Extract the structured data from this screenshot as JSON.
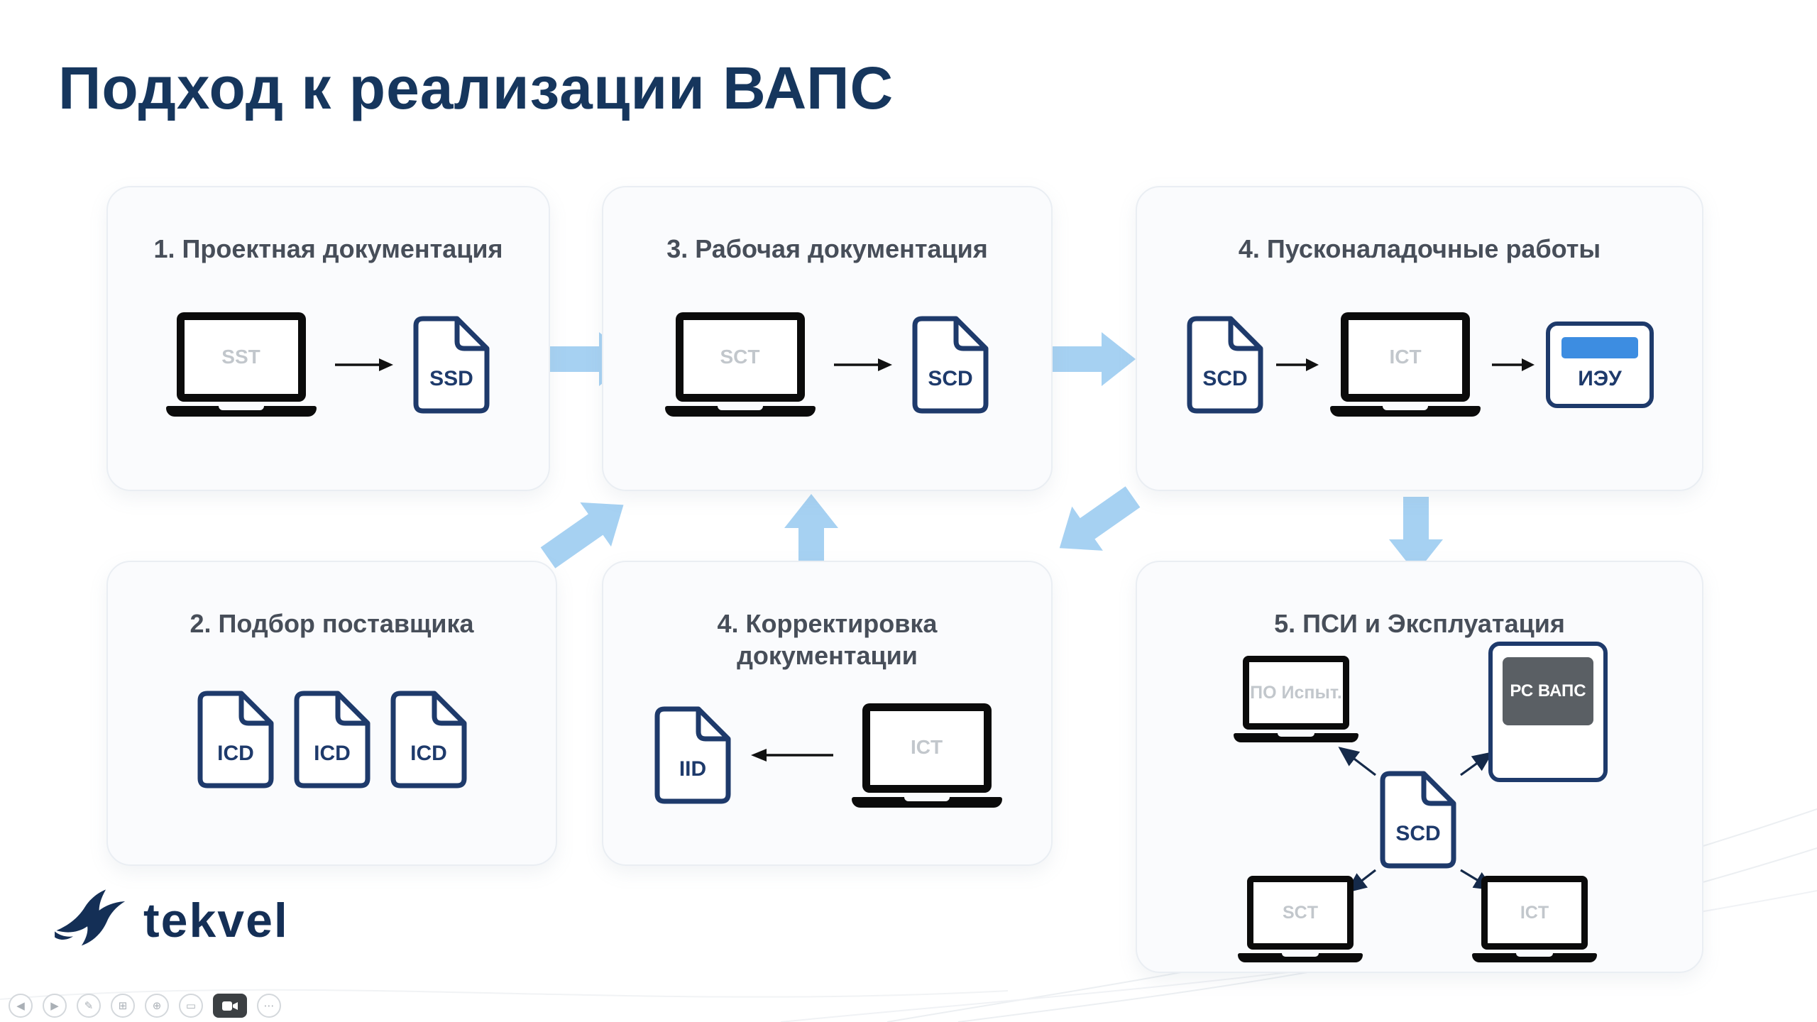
{
  "slide": {
    "title": "Подход к реализации ВАПС"
  },
  "cards": {
    "design": {
      "title": "1. Проектная документация",
      "laptop_label": "SST",
      "doc_label": "SSD"
    },
    "working": {
      "title": "3. Рабочая документация",
      "laptop_label": "SCT",
      "doc_label": "SCD"
    },
    "commissioning": {
      "title": "4. Пусконаладочные работы",
      "doc_label": "SCD",
      "laptop_label": "ICT",
      "device_label": "ИЭУ"
    },
    "supplier": {
      "title": "2. Подбор поставщика",
      "doc_labels": [
        "ICD",
        "ICD",
        "ICD"
      ]
    },
    "correction": {
      "title": "4. Корректировка документации",
      "doc_label": "IID",
      "laptop_label": "ICT"
    },
    "operation": {
      "title": "5. ПСИ и Эксплуатация",
      "laptop_top_label": "ПО Испыт.",
      "server_label": "РС ВАПС",
      "doc_label": "SCD",
      "laptop_left_label": "SCT",
      "laptop_right_label": "ICT"
    }
  },
  "logo": {
    "text": "tekvel"
  },
  "colors": {
    "accent_navy": "#16365d",
    "doc_outline": "#1e3a6b",
    "flow_arrow_blue": "#a6d1f2",
    "device_bar_blue": "#3d8de1",
    "server_gray": "#5a5f64"
  },
  "toolbar": {
    "items": [
      {
        "name": "previous-slide",
        "glyph": "◀"
      },
      {
        "name": "next-slide",
        "glyph": "▶"
      },
      {
        "name": "pen",
        "glyph": "✎"
      },
      {
        "name": "all-slides",
        "glyph": "⊞"
      },
      {
        "name": "zoom",
        "glyph": "⊕"
      },
      {
        "name": "captions",
        "glyph": "▭"
      },
      {
        "name": "camera",
        "glyph": ""
      },
      {
        "name": "more-options",
        "glyph": "⋯"
      }
    ]
  }
}
